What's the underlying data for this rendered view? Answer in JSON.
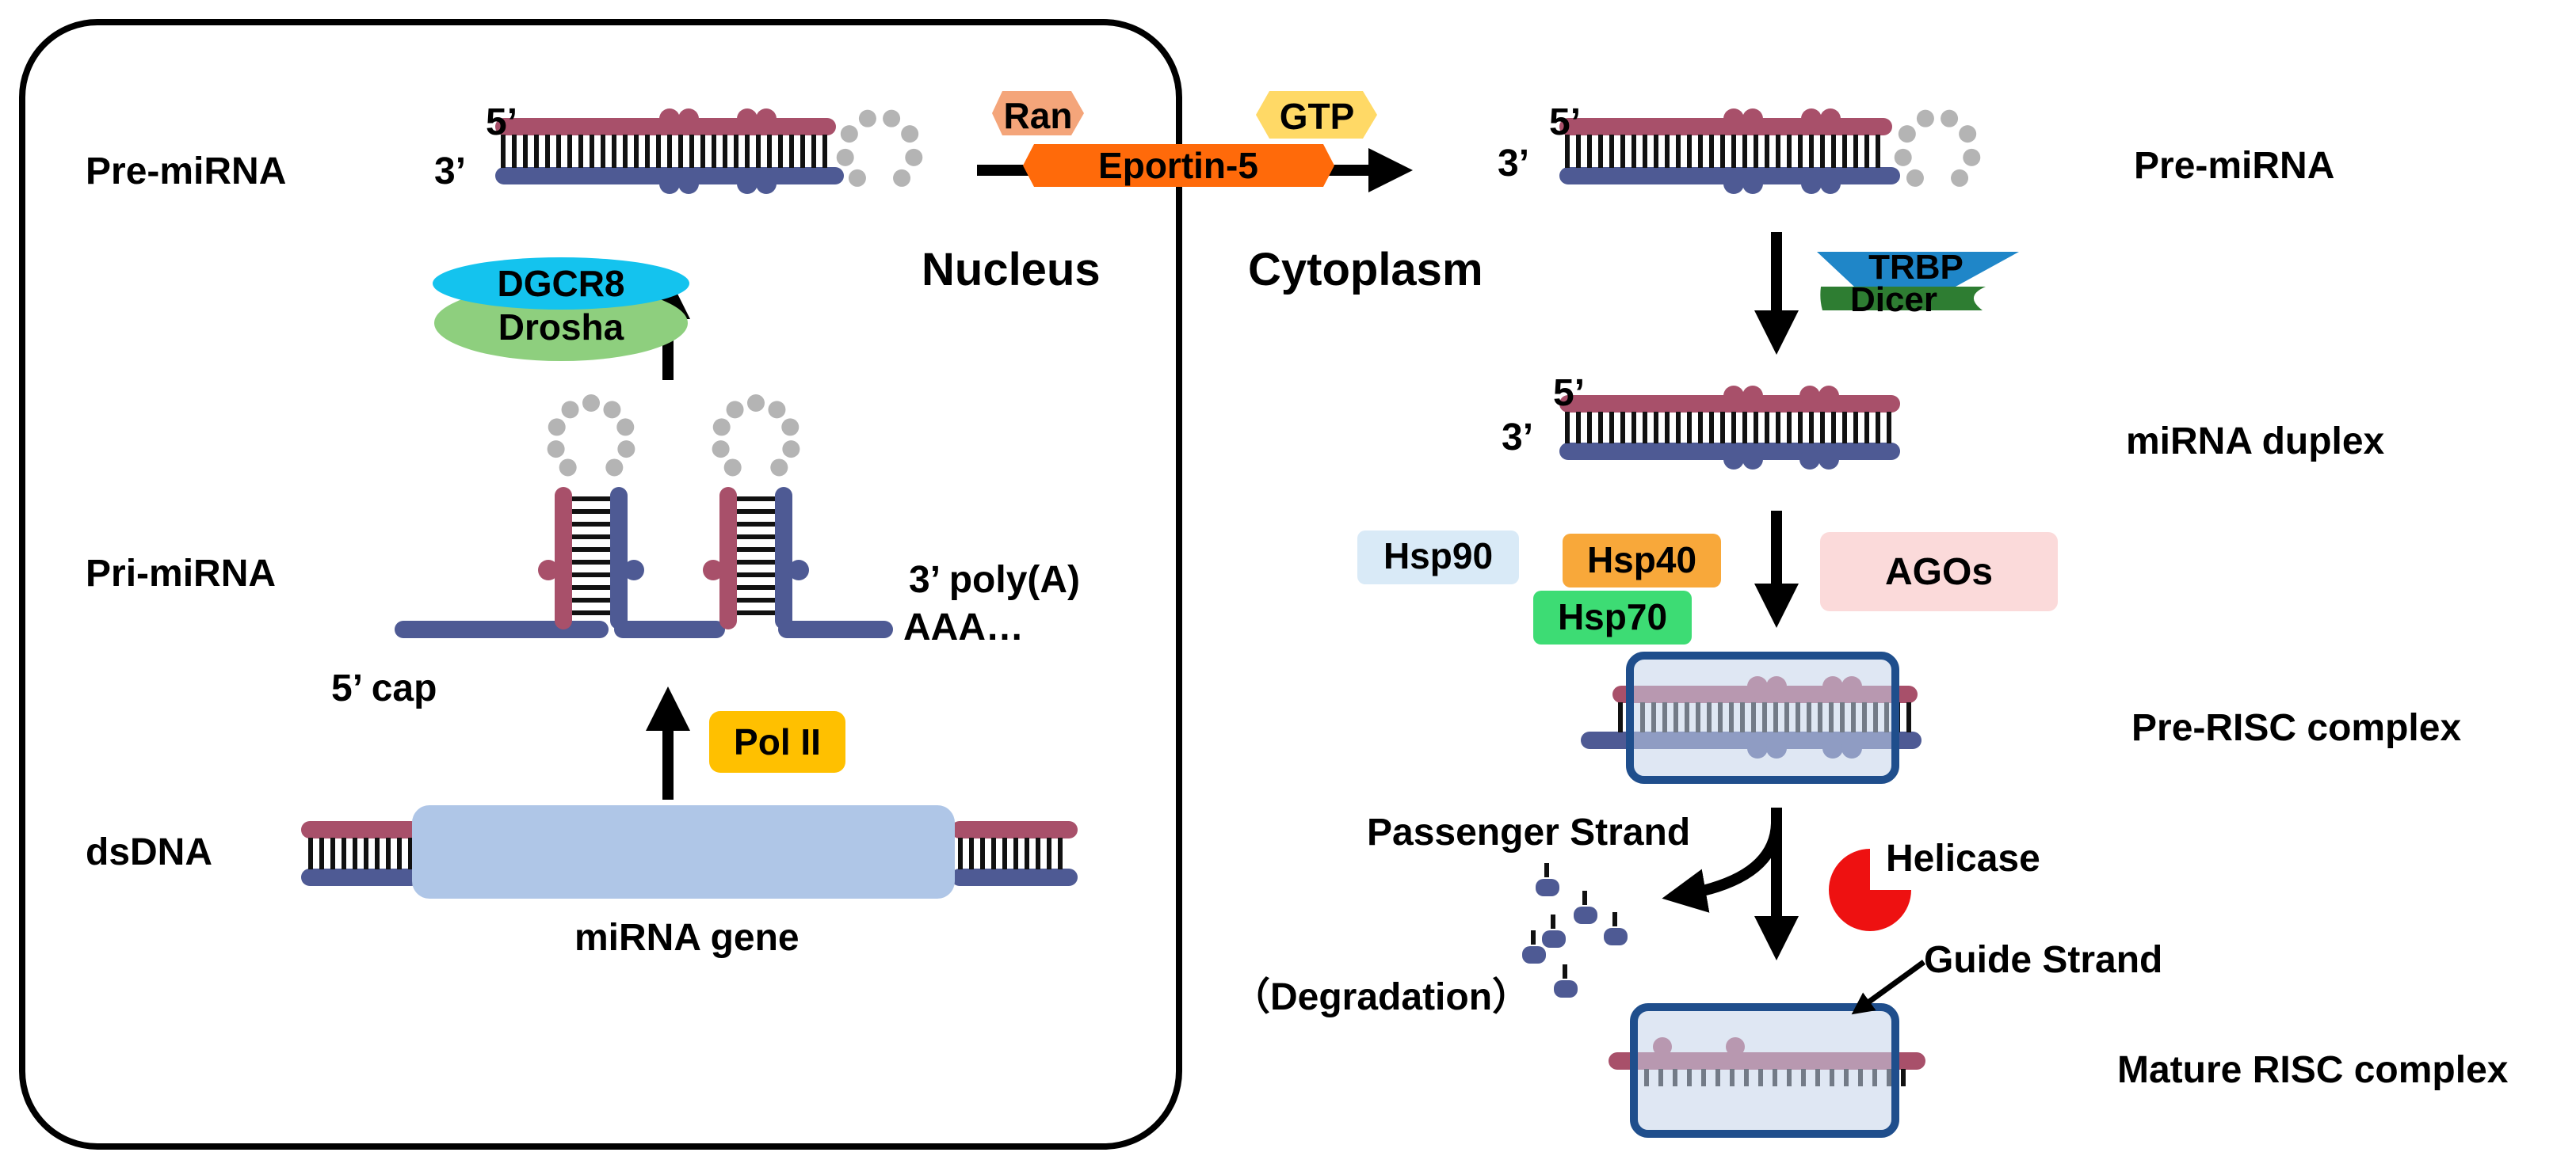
{
  "labels": {
    "nucleus": "Nucleus",
    "cytoplasm": "Cytoplasm",
    "pre_mirna_left": "Pre-miRNA",
    "pri_mirna": "Pri-miRNA",
    "dsdna": "dsDNA",
    "pre_mirna_right": "Pre-miRNA",
    "mirna_duplex": "miRNA duplex",
    "pre_risc": "Pre-RISC complex",
    "mature_risc": "Mature RISC complex",
    "five_prime": "5’",
    "three_prime": "3’",
    "five_cap": "5’ cap",
    "poly_a": "3’ poly(A)",
    "aaa": "AAA…",
    "mirna_gene": "miRNA gene",
    "passenger_strand": "Passenger Strand",
    "guide_strand": "Guide Strand",
    "degradation": "（Degradation）",
    "helicase": "Helicase"
  },
  "proteins": {
    "dgcr8": "DGCR8",
    "drosha": "Drosha",
    "pol2": "Pol II",
    "ran": "Ran",
    "gtp": "GTP",
    "exportin": "Eportin-5",
    "trbp": "TRBP",
    "dicer": "Dicer",
    "hsp90": "Hsp90",
    "hsp40": "Hsp40",
    "hsp70": "Hsp70",
    "agos": "AGOs"
  },
  "colors": {
    "strand_top": "#a8506a",
    "strand_bottom": "#4e5a94",
    "loop": "#b4b4b4",
    "bond": "#111111",
    "gene_box": "#afc6e7",
    "dgcr8": "#14c3ee",
    "drosha": "#8ecf7e",
    "pol2": "#ffc000",
    "ran": "#f4a57a",
    "gtp": "#ffd966",
    "exportin": "#ff6a0a",
    "trbp": "#1f86c8",
    "dicer": "#2e7d32",
    "hsp90": "#d9eaf7",
    "hsp40": "#f8a83a",
    "hsp70": "#3ddc74",
    "agos": "#fbdada",
    "risc_fill": "#c5d4ea",
    "risc_border": "#1f4e8c",
    "helicase": "#ee1111"
  }
}
